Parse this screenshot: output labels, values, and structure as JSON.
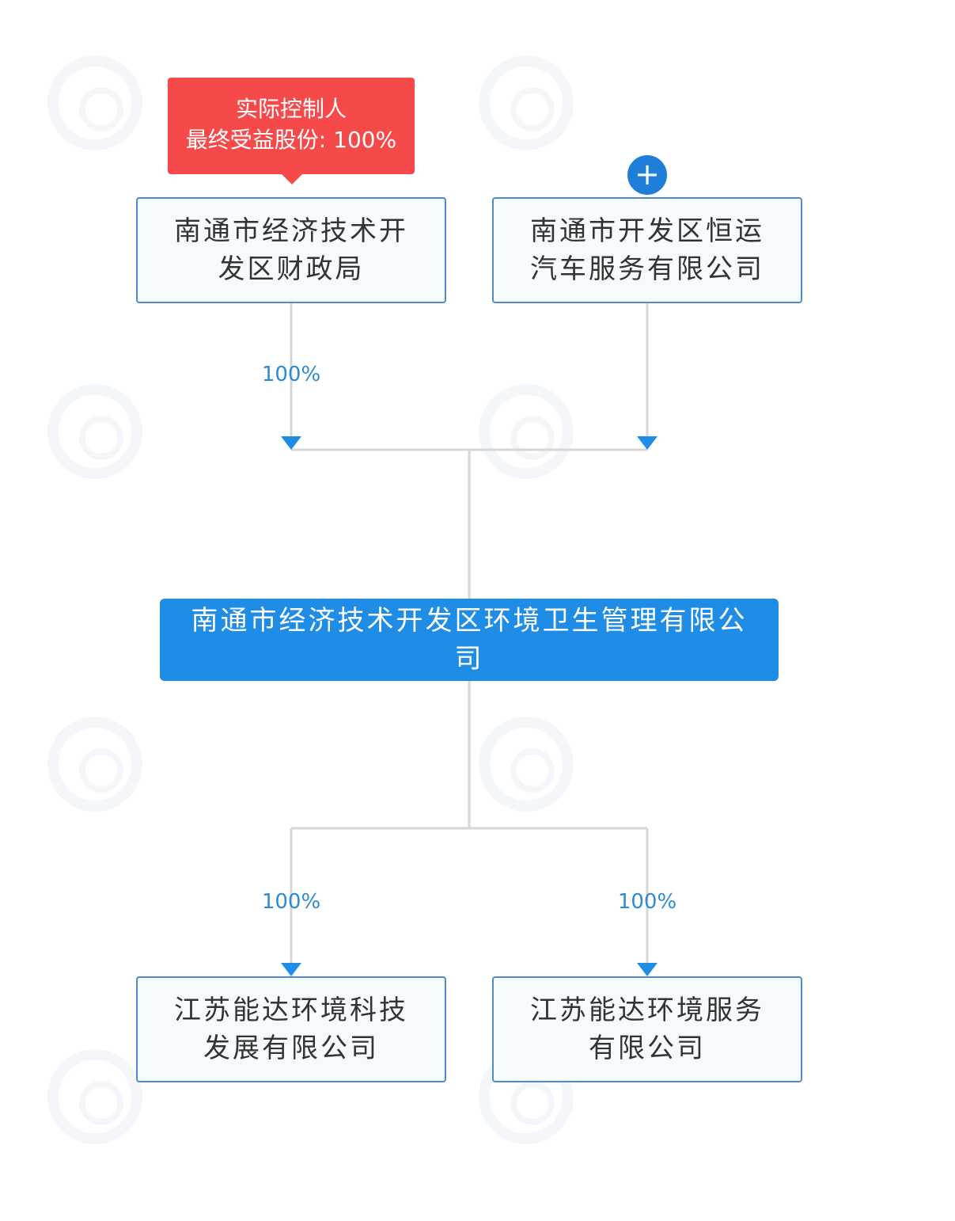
{
  "diagram": {
    "controller_tag": {
      "line1": "实际控制人",
      "line2": "最终受益股份: 100%"
    },
    "shareholders": [
      {
        "name": "南通市经济技术开发区财政局",
        "percent": "100%"
      },
      {
        "name": "南通市开发区恒运汽车服务有限公司",
        "expand_symbol": "+"
      }
    ],
    "main_company": {
      "name": "南通市经济技术开发区环境卫生管理有限公司"
    },
    "subsidiaries": [
      {
        "name": "江苏能达环境科技发展有限公司",
        "percent": "100%"
      },
      {
        "name": "江苏能达环境服务有限公司",
        "percent": "100%"
      }
    ],
    "colors": {
      "accent": "#1f8ce6",
      "tag_red": "#f64949",
      "node_border": "#4f8ccb",
      "line": "#d6d6d6"
    }
  }
}
